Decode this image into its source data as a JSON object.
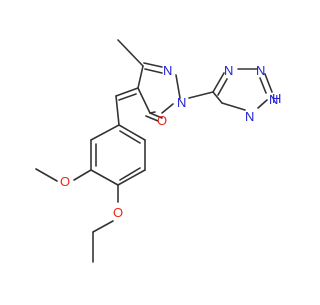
{
  "molecule": {
    "atom_labels": {
      "n_ring_1": "N",
      "n_ring_2": "N",
      "n_tet_1": "N",
      "n_tet_2": "N",
      "n_tet_3": "N",
      "nh_tet": "N",
      "h_tet": "H",
      "o_carbonyl": "O",
      "o_methoxy": "O",
      "o_ethoxy": "O"
    },
    "colors": {
      "bond": "#333333",
      "nitrogen": "#1f1fd6",
      "oxygen": "#e8281a"
    }
  }
}
